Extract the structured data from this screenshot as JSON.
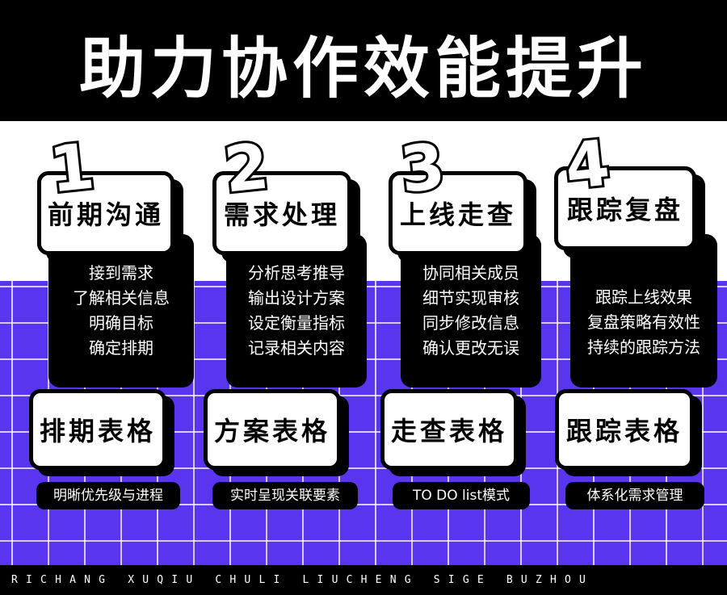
{
  "title": "助力协作效能提升",
  "footer": "RICHANG XUQIU CHULI LIUCHENG SIGE BUZHOU",
  "steps": [
    {
      "number": "1",
      "heading": "前期沟通",
      "details": [
        "接到需求",
        "了解相关信息",
        "明确目标",
        "确定排期"
      ],
      "table_label": "排期表格",
      "table_desc": "明晰优先级与进程"
    },
    {
      "number": "2",
      "heading": "需求处理",
      "details": [
        "分析思考推导",
        "输出设计方案",
        "设定衡量指标",
        "记录相关内容"
      ],
      "table_label": "方案表格",
      "table_desc": "实时呈现关联要素"
    },
    {
      "number": "3",
      "heading": "上线走查",
      "details": [
        "协同相关成员",
        "细节实现审核",
        "同步修改信息",
        "确认更改无误"
      ],
      "table_label": "走查表格",
      "table_desc": "TO DO list模式"
    },
    {
      "number": "4",
      "heading": "跟踪复盘",
      "details": [
        "跟踪上线效果",
        "复盘策略有效性",
        "持续的跟踪方法"
      ],
      "table_label": "跟踪表格",
      "table_desc": "体系化需求管理"
    }
  ]
}
